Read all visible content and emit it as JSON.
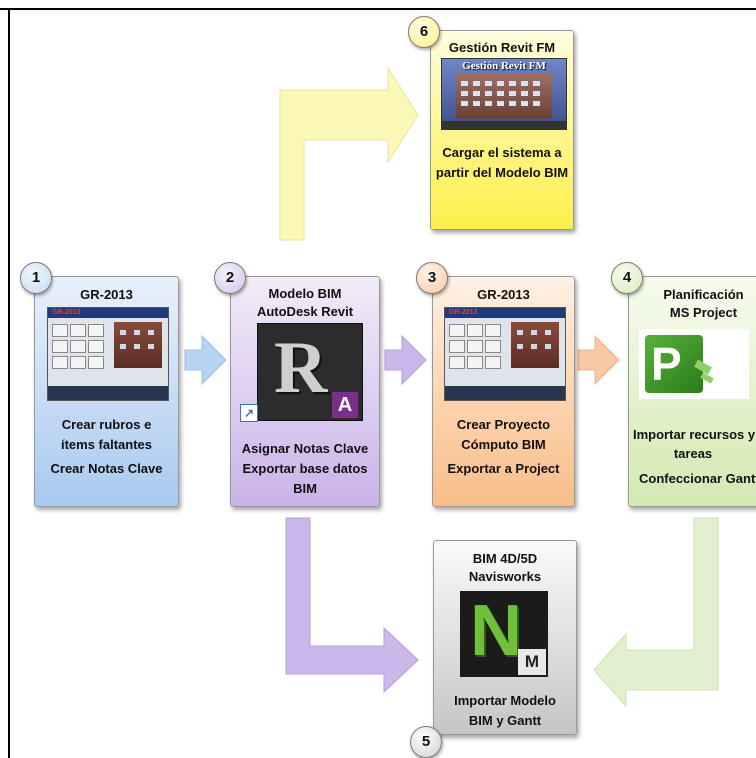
{
  "diagram": {
    "steps": [
      {
        "number": "1",
        "title_lines": [
          "GR-2013"
        ],
        "desc_lines": [
          "Crear rubros e",
          "ítems faltantes",
          "Crear Notas Clave"
        ],
        "image": "gr-2013-screenshot"
      },
      {
        "number": "2",
        "title_lines": [
          "Modelo BIM",
          "AutoDesk Revit"
        ],
        "desc_lines": [
          "Asignar Notas Clave",
          "Exportar base datos",
          "BIM"
        ],
        "image": "revit-logo",
        "logo_letter": "R",
        "badge_letter": "A"
      },
      {
        "number": "3",
        "title_lines": [
          "GR-2013"
        ],
        "desc_lines": [
          "Crear Proyecto",
          "Cómputo BIM",
          "Exportar a Project"
        ],
        "image": "gr-2013-screenshot"
      },
      {
        "number": "4",
        "title_lines": [
          "Planificación",
          "MS Project"
        ],
        "desc_lines": [
          "Importar recursos y",
          "tareas",
          "Confeccionar Gantt"
        ],
        "image": "ms-project-logo",
        "logo_letter": "P"
      },
      {
        "number": "5",
        "title_lines": [
          "BIM 4D/5D",
          "Navisworks"
        ],
        "desc_lines": [
          "Importar Modelo",
          "BIM y Gantt"
        ],
        "image": "navisworks-logo",
        "logo_letter": "N",
        "badge_letter": "M"
      },
      {
        "number": "6",
        "title_lines": [
          "Gestión Revit FM"
        ],
        "desc_lines": [
          "Cargar el sistema a",
          "partir del Modelo BIM"
        ],
        "image": "gestion-revit-fm-building",
        "image_caption": "Gestión Revit FM"
      }
    ],
    "colors": {
      "step1": "#c5dbf5",
      "step2": "#dccdf0",
      "step3": "#fcd3ad",
      "step4": "#e3f1cc",
      "step5": "#dedede",
      "step6": "#fff58a",
      "arrow_blue": "#b9d3f2",
      "arrow_purple": "#cbb8ea",
      "arrow_orange": "#f9c9a4",
      "arrow_green": "#e3f0cf",
      "arrow_yellow": "#fbf7b6"
    }
  }
}
